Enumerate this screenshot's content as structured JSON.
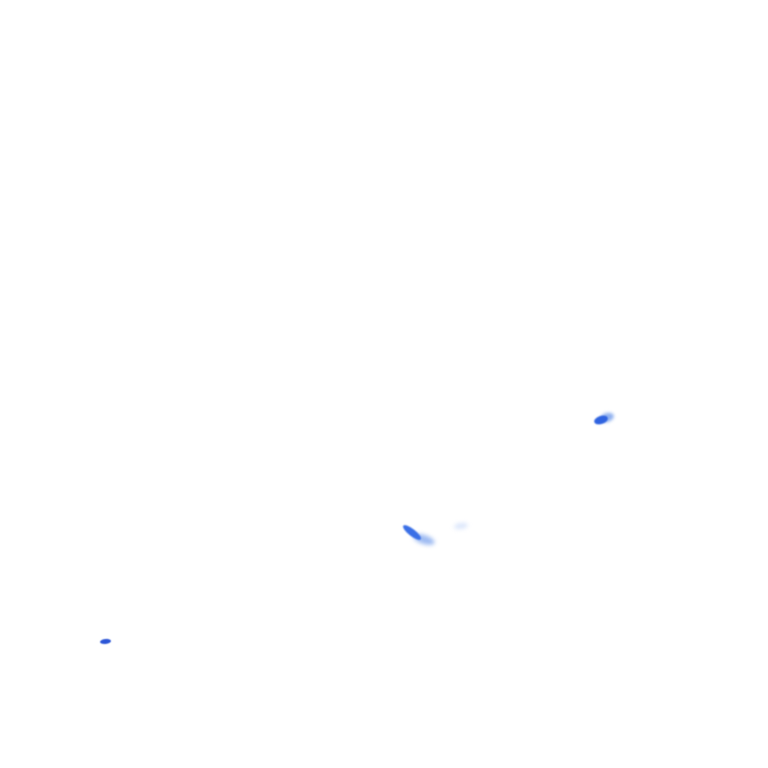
{
  "scene": {
    "background_color": "#ffffff"
  },
  "marks": [
    {
      "name": "paint-fleck-right",
      "color_core": "#2f63e0",
      "color_halo": "#8fb0ef"
    },
    {
      "name": "paint-streak-center",
      "color_core": "#3a6fe6",
      "color_halo": "#9ebbf2",
      "color_fleck": "#dbe6fb"
    },
    {
      "name": "paint-dot-lower-left",
      "color_core": "#2b55d6"
    }
  ]
}
